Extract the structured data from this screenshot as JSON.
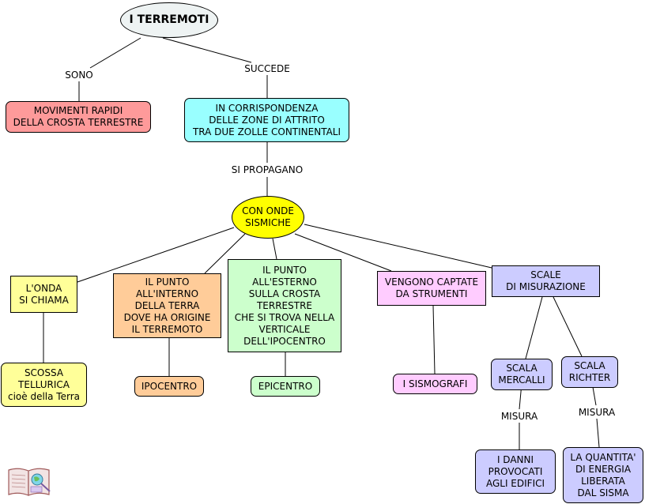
{
  "root": "I TERREMOTI",
  "sono": {
    "link": "SONO",
    "node": "MOVIMENTI RAPIDI\nDELLA CROSTA TERRESTRE"
  },
  "succede": {
    "link": "SUCCEDE",
    "node": "IN CORRISPONDENZA\nDELLE ZONE DI ATTRITO\nTRA DUE ZOLLE CONTINENTALI"
  },
  "propagano": {
    "link": "SI PROPAGANO",
    "node": "CON ONDE\nSISMICHE"
  },
  "onda": {
    "node": "L'ONDA\nSI CHIAMA",
    "child": "SCOSSA\nTELLURICA\ncioè della Terra"
  },
  "interno": {
    "node": "IL PUNTO\nALL'INTERNO\nDELLA TERRA\nDOVE HA ORIGINE\nIL TERREMOTO",
    "child": "IPOCENTRO"
  },
  "esterno": {
    "node": "IL PUNTO\nALL'ESTERNO\nSULLA CROSTA\nTERRESTRE\nCHE SI TROVA NELLA\nVERTICALE\nDELL'IPOCENTRO",
    "child": "EPICENTRO"
  },
  "strumenti": {
    "node": "VENGONO CAPTATE\nDA STRUMENTI",
    "child": "I SISMOGRAFI"
  },
  "scale": {
    "node": "SCALE\nDI MISURAZIONE",
    "mercalli": {
      "node": "SCALA\nMERCALLI",
      "link": "MISURA",
      "child": "I DANNI\nPROVOCATI\nAGLI EDIFICI"
    },
    "richter": {
      "node": "SCALA\nRICHTER",
      "link": "MISURA",
      "child": "LA QUANTITA'\nDI ENERGIA\nLIBERATA\nDAL SISMA"
    }
  },
  "colors": {
    "root_fill": "#eef3f3",
    "red": "#fe9a9a",
    "cyan": "#99ffff",
    "yellow_ellipse": "#ffff00",
    "light_yellow": "#ffff99",
    "orange": "#ffcc99",
    "green": "#ccffcc",
    "pink": "#ffccff",
    "lavender": "#ccccff"
  }
}
